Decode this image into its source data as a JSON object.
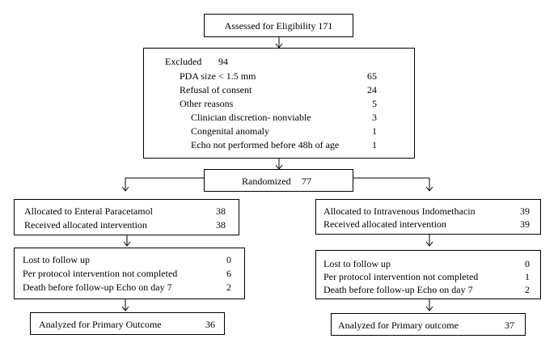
{
  "assessed": {
    "label": "Assessed for Eligibility 171"
  },
  "excluded": {
    "title": "Excluded",
    "total": "94",
    "items": [
      {
        "label": "PDA size < 1.5 mm",
        "value": "65"
      },
      {
        "label": "Refusal of consent",
        "value": "24"
      },
      {
        "label": "Other reasons",
        "value": "5"
      }
    ],
    "sub_items": [
      {
        "label": "Clinician discretion- nonviable",
        "value": "3"
      },
      {
        "label": "Congenital anomaly",
        "value": "1"
      },
      {
        "label": "Echo not performed before 48h of  age",
        "value": "1"
      }
    ]
  },
  "randomized": {
    "label": "Randomized",
    "value": "77"
  },
  "left_arm": {
    "allocation": [
      {
        "label": "Allocated to Enteral Paracetamol",
        "value": "38"
      },
      {
        "label": "Received allocated intervention",
        "value": "38"
      }
    ],
    "followup": [
      {
        "label": "Lost to follow up",
        "value": "0"
      },
      {
        "label": "Per protocol intervention not completed",
        "value": "6"
      },
      {
        "label": "Death before follow-up Echo on day 7",
        "value": "2"
      }
    ],
    "analyzed": {
      "label": "Analyzed for Primary Outcome",
      "value": "36"
    }
  },
  "right_arm": {
    "allocation": [
      {
        "label": "Allocated to Intravenous Indomethacin",
        "value": "39"
      },
      {
        "label": "Received allocated intervention",
        "value": "39"
      }
    ],
    "followup": [
      {
        "label": "Lost to follow up",
        "value": "0"
      },
      {
        "label": "Per protocol intervention not completed",
        "value": "1"
      },
      {
        "label": "Death before follow-up Echo on day 7",
        "value": "2"
      }
    ],
    "analyzed": {
      "label": "Analyzed for Primary outcome",
      "value": "37"
    }
  }
}
